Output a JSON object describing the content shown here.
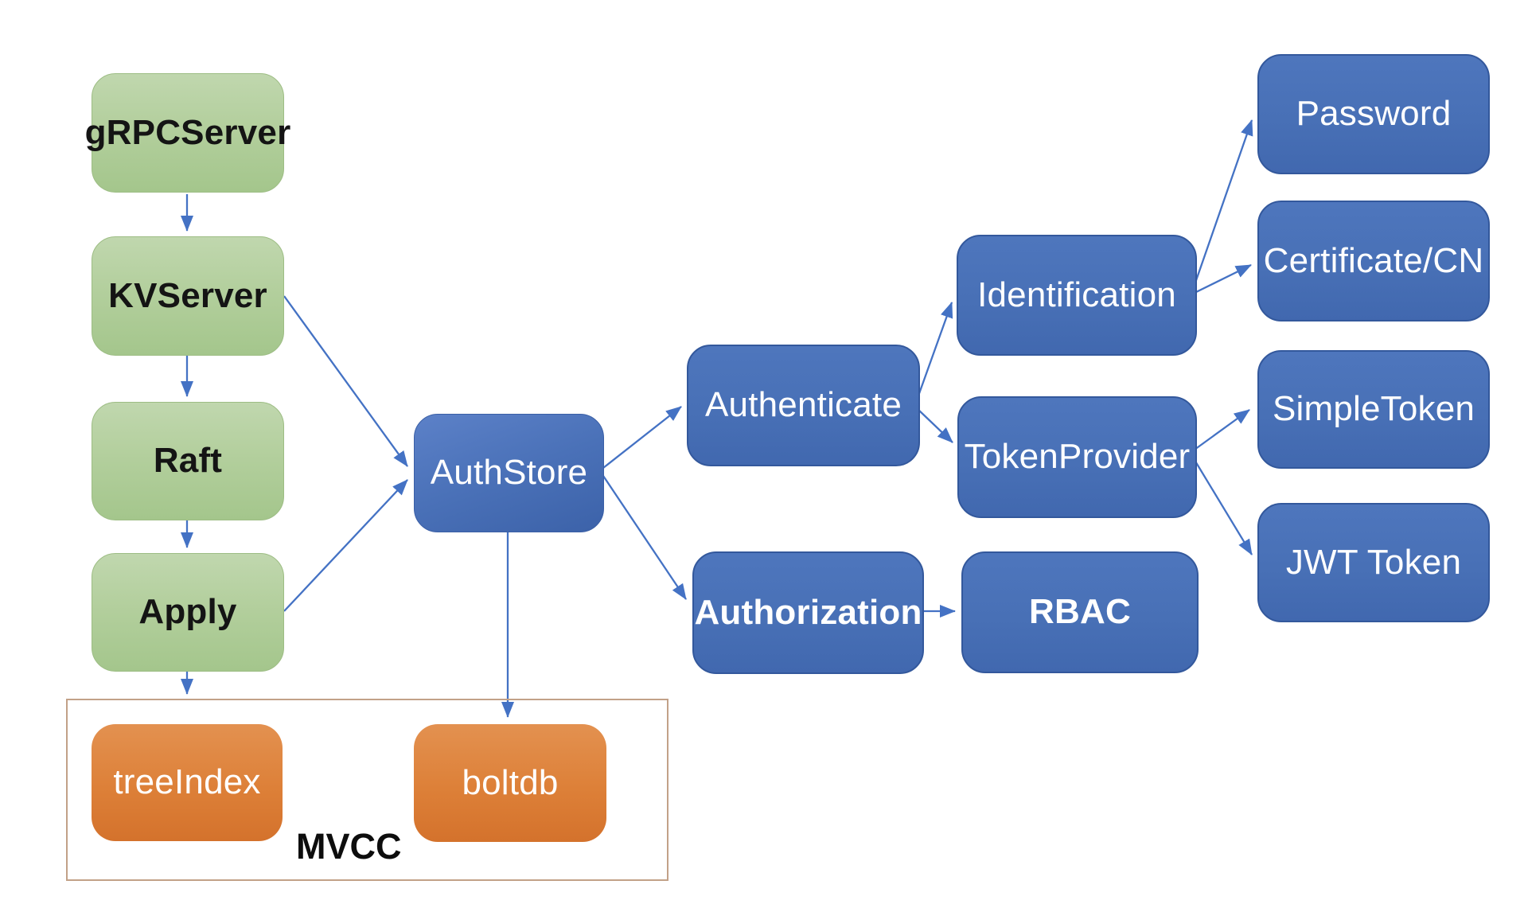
{
  "diagram": {
    "nodes": {
      "grpcserver": {
        "label": "gRPCServer",
        "type": "green"
      },
      "kvserver": {
        "label": "KVServer",
        "type": "green"
      },
      "raft": {
        "label": "Raft",
        "type": "green"
      },
      "apply": {
        "label": "Apply",
        "type": "green"
      },
      "treeindex": {
        "label": "treeIndex",
        "type": "orange"
      },
      "boltdb": {
        "label": "boltdb",
        "type": "orange"
      },
      "authstore": {
        "label": "AuthStore",
        "type": "blue"
      },
      "authenticate": {
        "label": "Authenticate",
        "type": "blue"
      },
      "authorization": {
        "label": "Authorization",
        "type": "blue-bold"
      },
      "identification": {
        "label": "Identification",
        "type": "blue"
      },
      "tokenprovider": {
        "label": "TokenProvider",
        "type": "blue"
      },
      "rbac": {
        "label": "RBAC",
        "type": "blue-bold"
      },
      "password": {
        "label": "Password",
        "type": "blue"
      },
      "certcn": {
        "label": "Certificate/CN",
        "type": "blue"
      },
      "simpletoken": {
        "label": "SimpleToken",
        "type": "blue"
      },
      "jwttoken": {
        "label": "JWT Token",
        "type": "blue"
      }
    },
    "container": {
      "label": "MVCC"
    },
    "edges": [
      {
        "from": "gRPCServer",
        "to": "KVServer"
      },
      {
        "from": "KVServer",
        "to": "Raft"
      },
      {
        "from": "Raft",
        "to": "Apply"
      },
      {
        "from": "Apply",
        "to": "MVCC"
      },
      {
        "from": "KVServer",
        "to": "AuthStore"
      },
      {
        "from": "Apply",
        "to": "AuthStore"
      },
      {
        "from": "AuthStore",
        "to": "Authenticate"
      },
      {
        "from": "AuthStore",
        "to": "Authorization"
      },
      {
        "from": "AuthStore",
        "to": "boltdb"
      },
      {
        "from": "Authenticate",
        "to": "Identification"
      },
      {
        "from": "Authenticate",
        "to": "TokenProvider"
      },
      {
        "from": "Identification",
        "to": "Password"
      },
      {
        "from": "Identification",
        "to": "Certificate/CN"
      },
      {
        "from": "TokenProvider",
        "to": "SimpleToken"
      },
      {
        "from": "TokenProvider",
        "to": "JWT Token"
      },
      {
        "from": "Authorization",
        "to": "RBAC"
      }
    ],
    "colors": {
      "green_box": "#b3cf9d",
      "blue_box": "#4870b6",
      "orange_box": "#dd8038",
      "arrow_line": "#4472c4",
      "container_border": "#c2a188",
      "text_dark": "#141414",
      "text_light": "#ffffff"
    }
  }
}
